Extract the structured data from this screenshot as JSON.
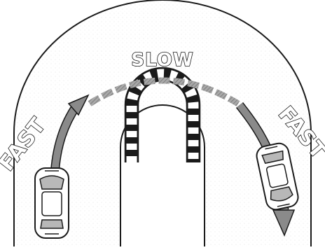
{
  "labels": {
    "slow": "SLOW",
    "fast_left": "FAST",
    "fast_right": "FAST"
  },
  "colors": {
    "line": "#1a1a1a",
    "arrow_fill": "#8a8a8a",
    "dash_fill": "#9a9a9a",
    "background": "#ffffff"
  },
  "icons": {
    "left_car": "car-icon",
    "right_car": "car-icon",
    "curb": "striped-curb-icon"
  }
}
